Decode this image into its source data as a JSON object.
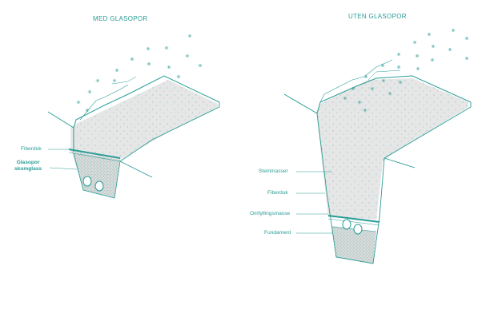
{
  "diagrams": [
    {
      "title": "MED GLASOPOR",
      "labels": [
        "Fiberduk",
        "Glasopor\nskumglass"
      ]
    },
    {
      "title": "UTEN  GLASOPOR",
      "labels": [
        "Steinmasser",
        "Fiberduk",
        "Omfyllingsmasse",
        "Fundament"
      ]
    }
  ],
  "colors": {
    "accent": "#2a9d96",
    "fill_soil": "#e6e6e6",
    "fill_gravel": "#d4d4d4",
    "dot": "#7fc1bc"
  },
  "icons": [
    "snowflake-icon"
  ]
}
